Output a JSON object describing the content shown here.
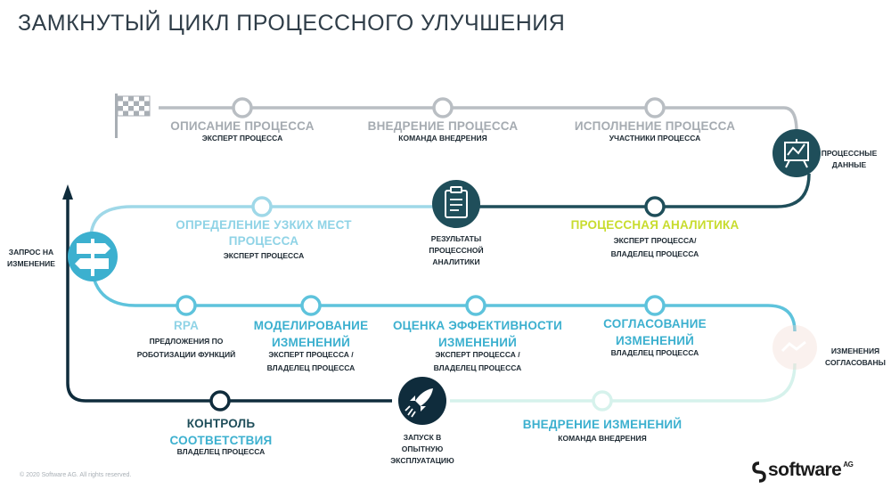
{
  "title": "ЗАМКНУТЫЙ ЦИКЛ ПРОЦЕССНОГО УЛУЧШЕНИЯ",
  "colors": {
    "gray": "#a5abb1",
    "light_blue": "#8fd3e6",
    "teal": "#3cb0cf",
    "dark_teal": "#1f4e5a",
    "navy": "#0f2c3c",
    "lime": "#c8dc2e",
    "faint_green": "#a5e6da"
  },
  "stages": {
    "description": {
      "title": "ОПИСАНИЕ ПРОЦЕССА",
      "role": "ЭКСПЕРТ ПРОЦЕССА"
    },
    "implementation": {
      "title": "ВНЕДРЕНИЕ ПРОЦЕССА",
      "role": "КОМАНДА ВНЕДРЕНИЯ"
    },
    "execution": {
      "title": "ИСПОЛНЕНИЕ ПРОЦЕССА",
      "role": "УЧАСТНИКИ ПРОЦЕССА"
    },
    "process_data": {
      "line1": "ПРОЦЕССНЫЕ",
      "line2": "ДАННЫЕ",
      "icon": "chart-board-icon"
    },
    "analytics": {
      "title": "ПРОЦЕССНАЯ АНАЛИТИКА",
      "role1": "ЭКСПЕРТ ПРОЦЕССА/",
      "role2": "ВЛАДЕЛЕЦ ПРОЦЕССА"
    },
    "analytics_results": {
      "line1": "РЕЗУЛЬТАТЫ",
      "line2": "ПРОЦЕССНОЙ",
      "line3": "АНАЛИТИКИ",
      "icon": "clipboard-icon"
    },
    "bottlenecks": {
      "title1": "ОПРЕДЕЛЕНИЕ УЗКИХ МЕСТ",
      "title2": "ПРОЦЕССА",
      "role": "ЭКСПЕРТ ПРОЦЕССА"
    },
    "change_request": {
      "line1": "ЗАПРОС НА",
      "line2": "ИЗМЕНЕНИЕ",
      "icon": "signpost-icon"
    },
    "rpa": {
      "title": "RPA",
      "role1": "ПРЕДЛОЖЕНИЯ ПО",
      "role2": "РОБОТИЗАЦИИ ФУНКЦИЙ"
    },
    "modeling": {
      "title1": "МОДЕЛИРОВАНИЕ",
      "title2": "ИЗМЕНЕНИЙ",
      "role1": "ЭКСПЕРТ ПРОЦЕССА /",
      "role2": "ВЛАДЕЛЕЦ ПРОЦЕССА"
    },
    "efficiency": {
      "title1": "ОЦЕНКА ЭФФЕКТИВНОСТИ",
      "title2": "ИЗМЕНЕНИЙ",
      "role1": "ЭКСПЕРТ ПРОЦЕССА /",
      "role2": "ВЛАДЕЛЕЦ ПРОЦЕССА"
    },
    "approval": {
      "title1": "СОГЛАСОВАНИЕ",
      "title2": "ИЗМЕНЕНИЙ",
      "role": "ВЛАДЕЛЕЦ ПРОЦЕССА"
    },
    "approved": {
      "line1": "ИЗМЕНЕНИЯ",
      "line2": "СОГЛАСОВАНЫ",
      "icon": "handshake-icon"
    },
    "rollout": {
      "title": "ВНЕДРЕНИЕ ИЗМЕНЕНИЙ",
      "role": "КОМАНДА ВНЕДРЕНИЯ"
    },
    "pilot": {
      "line1": "ЗАПУСК В",
      "line2": "ОПЫТНУЮ",
      "line3": "ЭКСПЛУАТАЦИЮ",
      "icon": "rocket-icon"
    },
    "control": {
      "title1": "КОНТРОЛЬ",
      "title2": "СООТВЕТСТВИЯ",
      "role": "ВЛАДЕЛЕЦ ПРОЦЕССА"
    }
  },
  "start_icon": "checkered-flag-icon",
  "footer": "© 2020 Software AG. All rights reserved.",
  "brand": {
    "name": "software",
    "suffix": "AG",
    "icon": "software-ag-logo-icon"
  }
}
